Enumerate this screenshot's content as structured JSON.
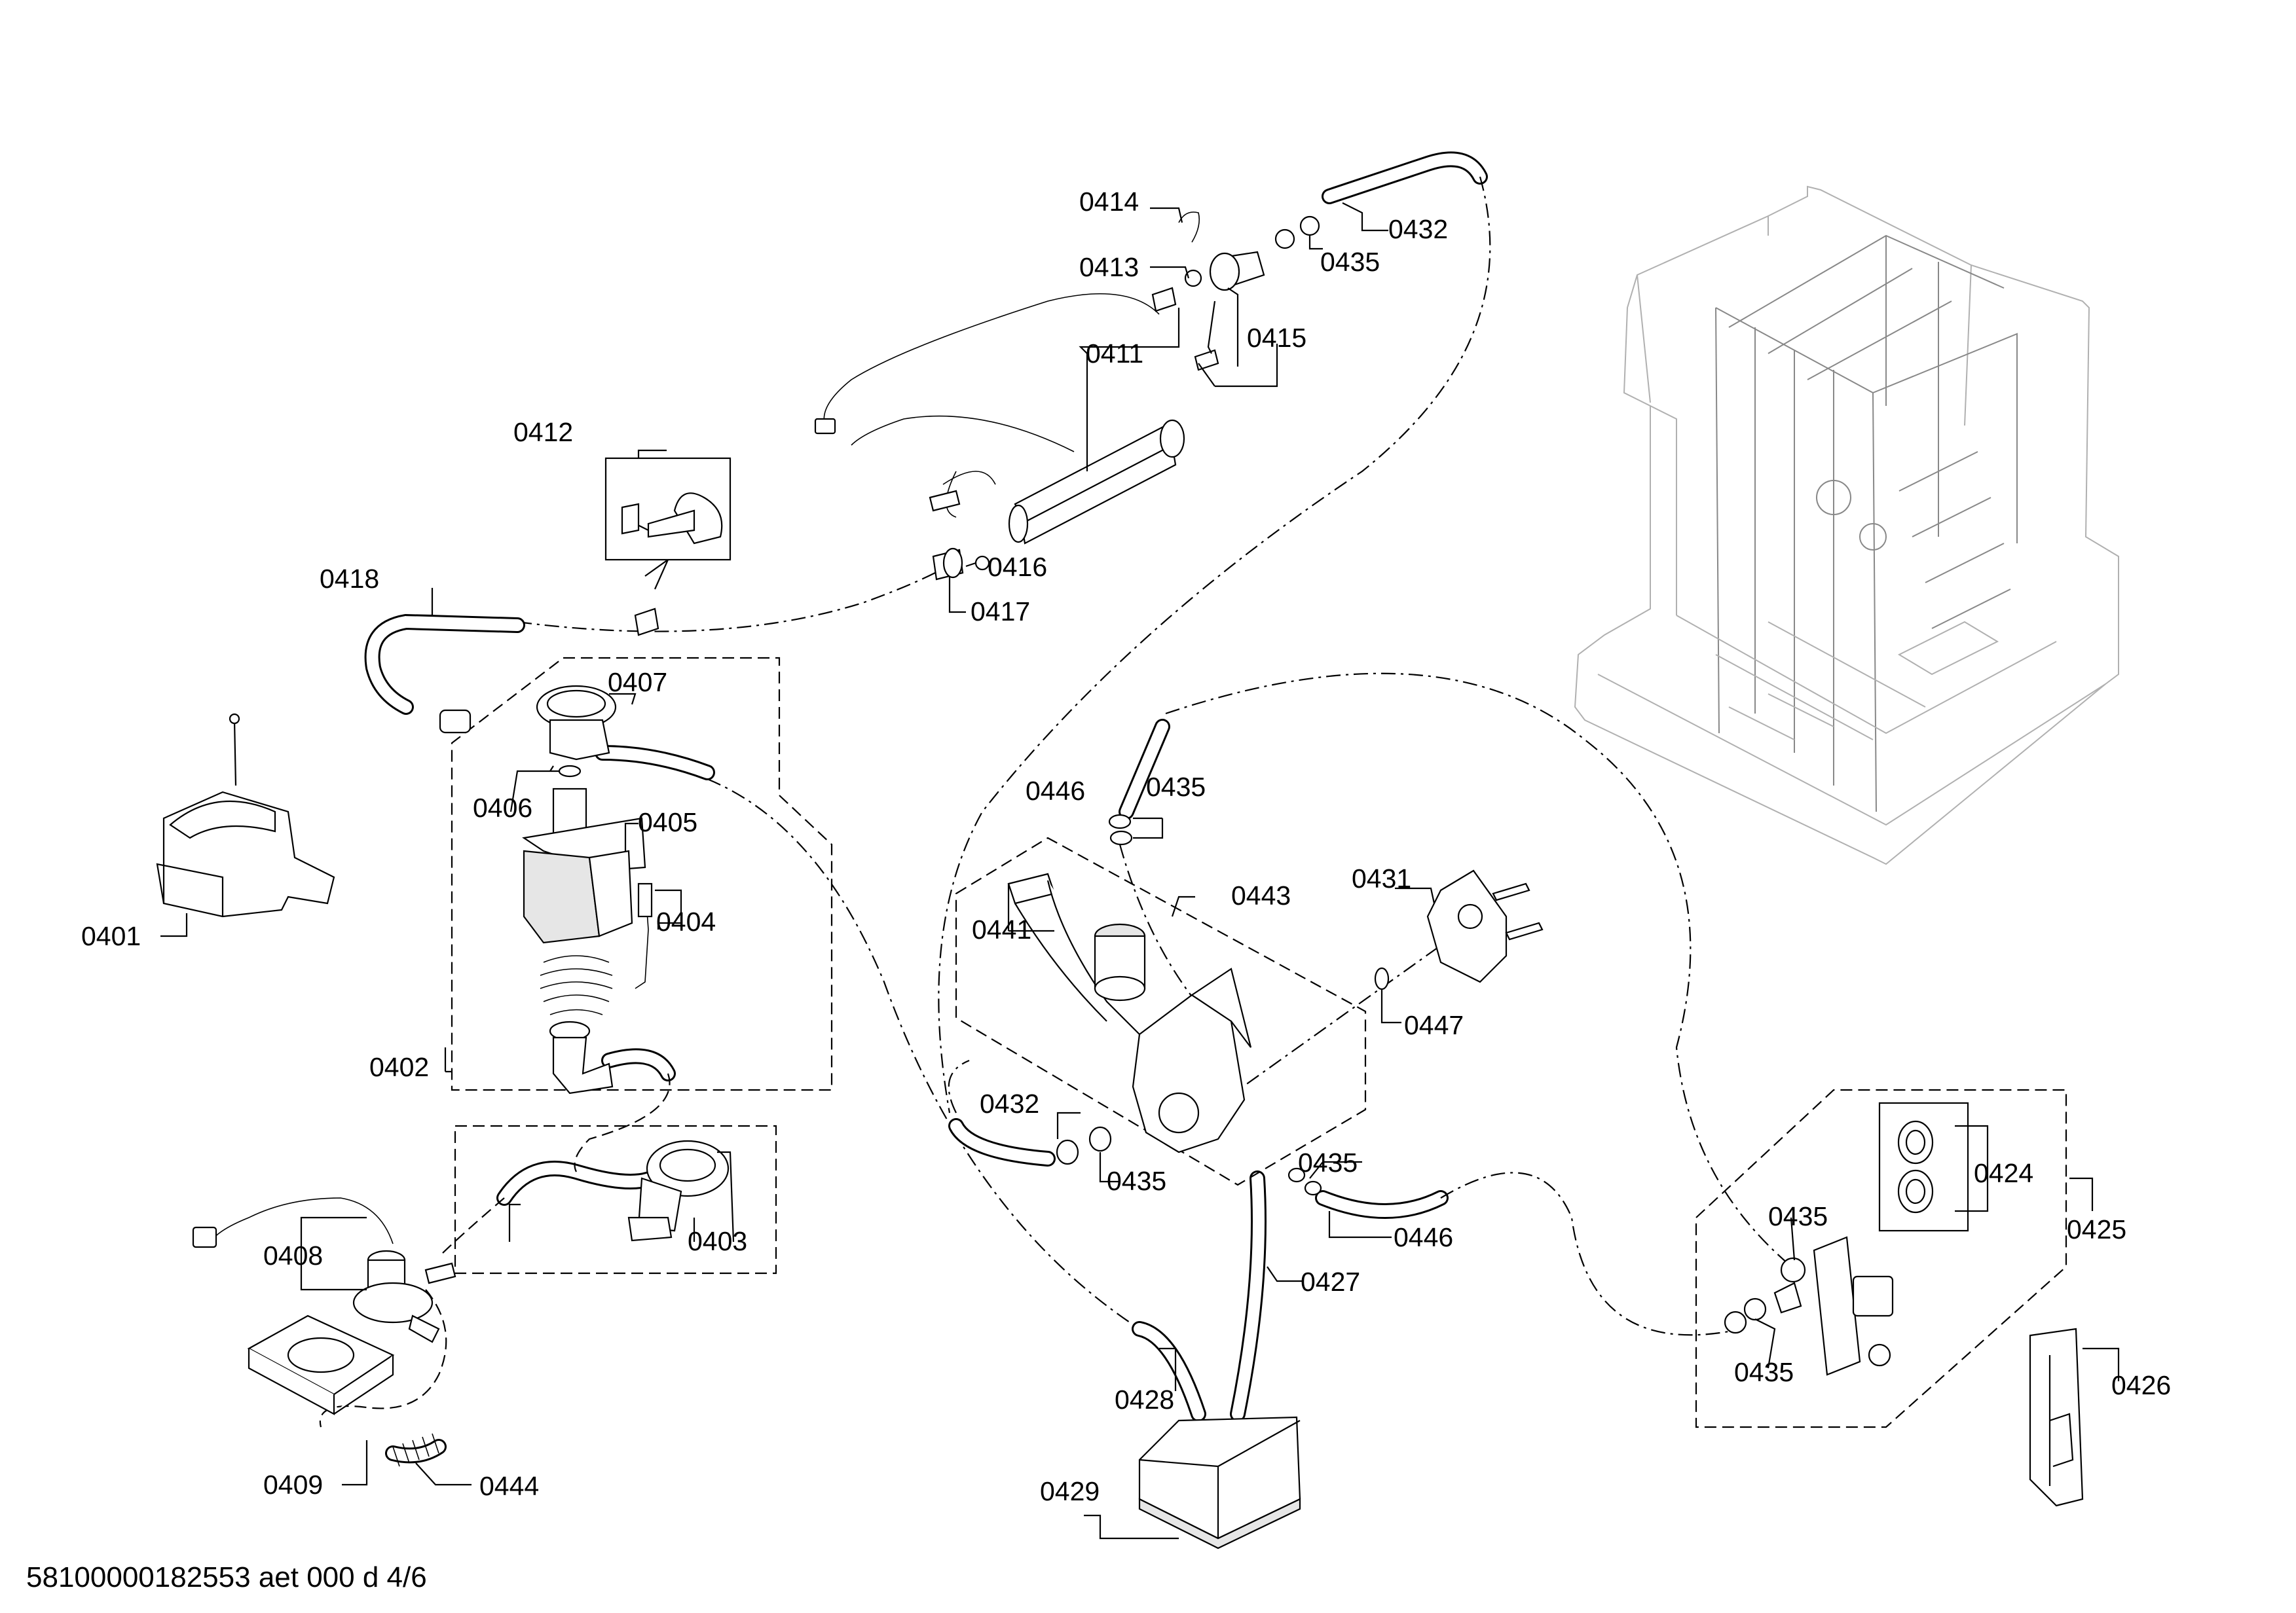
{
  "drawing_id": "58100000182553 aet 000 d 4/6",
  "parts": {
    "p0401": "0401",
    "p0402": "0402",
    "p0403": "0403",
    "p0404": "0404",
    "p0405": "0405",
    "p0406": "0406",
    "p0407": "0407",
    "p0408": "0408",
    "p0409": "0409",
    "p0411": "0411",
    "p0412": "0412",
    "p0413": "0413",
    "p0414": "0414",
    "p0415": "0415",
    "p0416": "0416",
    "p0417": "0417",
    "p0418": "0418",
    "p0424": "0424",
    "p0425": "0425",
    "p0426": "0426",
    "p0427": "0427",
    "p0428": "0428",
    "p0429": "0429",
    "p0431": "0431",
    "p0432": "0432",
    "p0435": "0435",
    "p0441": "0441",
    "p0443": "0443",
    "p0444": "0444",
    "p0446": "0446",
    "p0447": "0447"
  }
}
